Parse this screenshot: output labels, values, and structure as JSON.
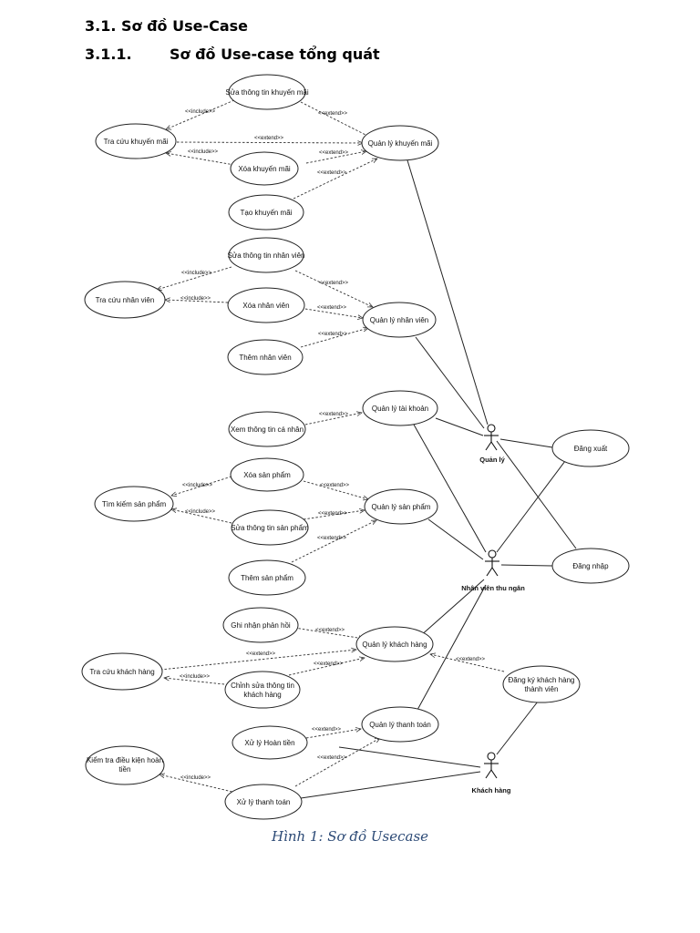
{
  "headings": {
    "section": "3.1. Sơ đồ Use-Case",
    "subsection_number": "3.1.1.",
    "subsection_title": "Sơ đồ Use-case tổng quát"
  },
  "caption": "Hình 1: Sơ đồ Usecase",
  "diagram": {
    "actors": {
      "quan_ly": "Quản lý",
      "nhan_vien": "Nhân viên thu ngân",
      "khach_hang": "Khách hàng"
    },
    "usecases": {
      "sua_km": "Sửa thông tin khuyến mãi",
      "tracuu_km": "Tra cứu khuyến mãi",
      "ql_km": "Quản lý khuyến mãi",
      "xoa_km": "Xóa khuyến mãi",
      "tao_km": "Tạo khuyến mãi",
      "sua_nv": "Sửa thông tin nhân viên",
      "tracuu_nv": "Tra cứu nhân viên",
      "xoa_nv": "Xóa nhân viên",
      "ql_nv": "Quản lý nhân viên",
      "them_nv": "Thêm nhân viên",
      "ql_tk": "Quản lý tài khoản",
      "xem_tt": "Xem thông tin cá nhân",
      "dang_xuat": "Đăng xuất",
      "xoa_sp": "Xóa sản phẩm",
      "timkiem_sp": "Tìm kiếm sản phẩm",
      "ql_sp": "Quản lý sản phẩm",
      "sua_sp": "Sửa thông tin sản phẩm",
      "them_sp": "Thêm sản phẩm",
      "dang_nhap": "Đăng nhập",
      "ghi_nhan": "Ghi nhận phản hồi",
      "ql_kh": "Quản lý khách hàng",
      "tracuu_kh": "Tra cứu khách hàng",
      "chinh_sua_kh_1": "Chỉnh sửa thông tin",
      "chinh_sua_kh_2": "khách hàng",
      "dang_ky_1": "Đăng ký khách hàng",
      "dang_ky_2": "thành viên",
      "xuly_hoan": "Xử lý Hoàn tiền",
      "ql_tt": "Quản lý thanh toán",
      "kiemtra_1": "Kiểm tra điều kiện hoàn",
      "kiemtra_2": "tiền",
      "xuly_tt": "Xử lý thanh toán"
    },
    "stereotypes": {
      "include": "<<include>>",
      "extend": "<<extend>>"
    }
  }
}
